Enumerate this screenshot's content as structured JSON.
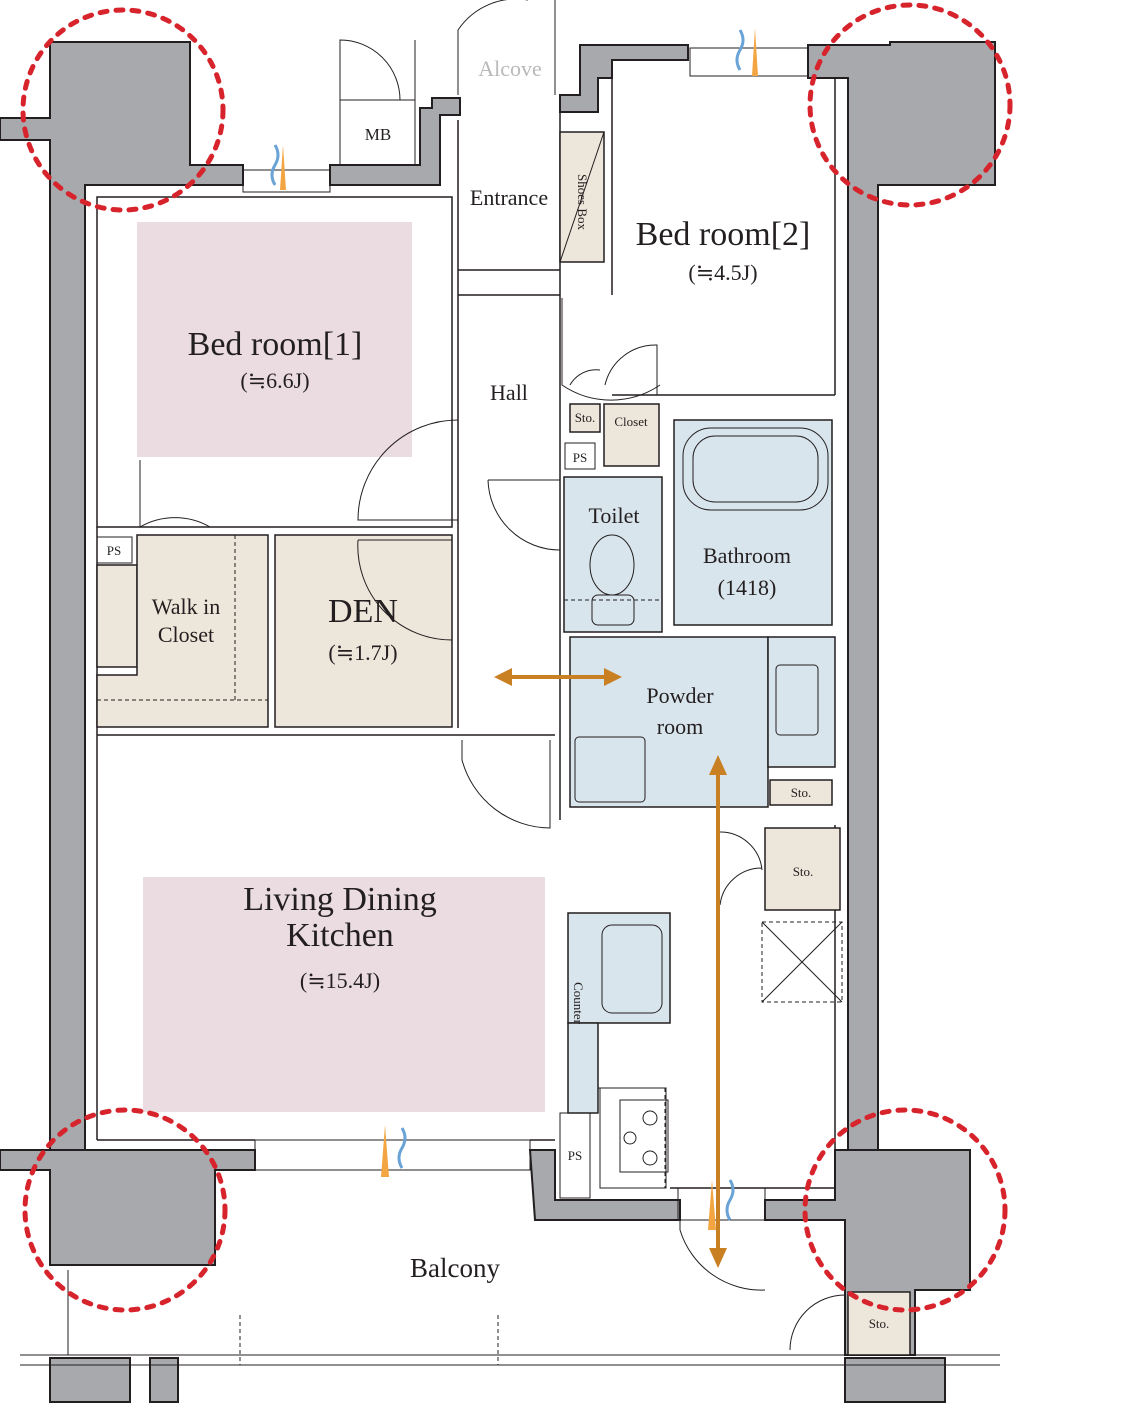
{
  "rooms": {
    "bedroom1": {
      "name": "Bed room[1]",
      "size": "(≒6.6J)"
    },
    "bedroom2": {
      "name": "Bed room[2]",
      "size": "(≒4.5J)"
    },
    "ldk": {
      "name_line1": "Living Dining",
      "name_line2": "Kitchen",
      "size": "(≒15.4J)"
    },
    "den": {
      "name": "DEN",
      "size": "(≒1.7J)"
    },
    "walkin": {
      "line1": "Walk in",
      "line2": "Closet"
    },
    "bathroom": {
      "name": "Bathroom",
      "size": "(1418)"
    },
    "powder": {
      "line1": "Powder",
      "line2": "room"
    },
    "toilet": "Toilet",
    "hall": "Hall",
    "entrance": "Entrance",
    "alcove": "Alcove",
    "balcony": "Balcony"
  },
  "fixtures": {
    "mb": "MB",
    "ps": "PS",
    "sto": "Sto.",
    "closet": "Closet",
    "shoes_box": "Shoes Box",
    "counter": "Counter"
  },
  "colors": {
    "wall": "#a7a9ac",
    "bedroom_highlight": "#eadce1",
    "storage": "#ede6da",
    "wet_area": "#d9e5ec",
    "circulation_arrow": "#c88022",
    "structural_marker": "#d7242c"
  }
}
